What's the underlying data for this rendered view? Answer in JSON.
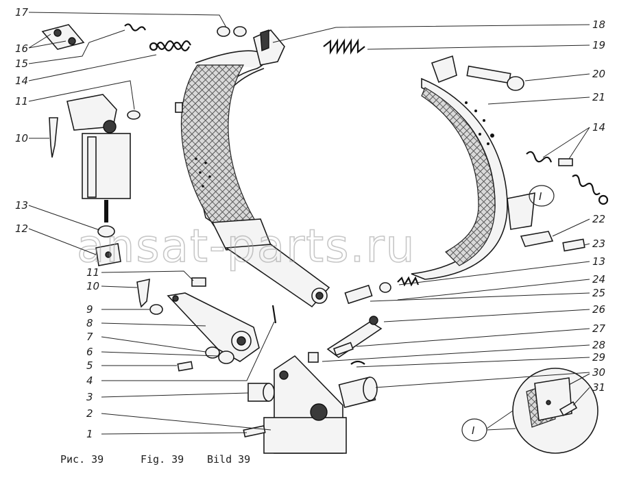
{
  "labels": {
    "l1": "1",
    "l2": "2",
    "l3": "3",
    "l4": "4",
    "l5": "5",
    "l6": "6",
    "l7": "7",
    "l8": "8",
    "l9": "9",
    "l10a": "10",
    "l10b": "10",
    "l11a": "11",
    "l11b": "11",
    "l12": "12",
    "l13a": "13",
    "l13b": "13",
    "l14a": "14",
    "l14b": "14",
    "l15": "15",
    "l16": "16",
    "l17": "17",
    "l18": "18",
    "l19": "19",
    "l20": "20",
    "l21": "21",
    "l22": "22",
    "l23": "23",
    "l24": "24",
    "l25": "25",
    "l26": "26",
    "l27": "27",
    "l28": "28",
    "l29": "29",
    "l30": "30",
    "l31": "31",
    "detail_callout": "I",
    "detail_marker": "I"
  },
  "caption": {
    "ru": "Рис. 39",
    "en": "Fig. 39",
    "de": "Bild 39"
  },
  "watermark": "ansat-parts.ru"
}
